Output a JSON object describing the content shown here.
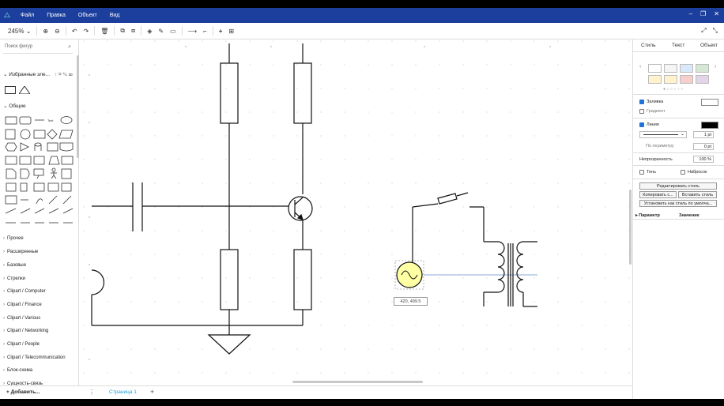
{
  "menubar": {
    "items": [
      "Файл",
      "Правка",
      "Объект",
      "Вид"
    ],
    "window_controls": [
      "–",
      "❐",
      "✕"
    ]
  },
  "toolbar": {
    "zoom": "245%",
    "zoom_chevron": "⌄"
  },
  "left_panel": {
    "search_placeholder": "Поиск фигур",
    "favorites_label": "Избранные эле...",
    "general_label": "Общие",
    "categories": [
      "Прочее",
      "Расширенные",
      "Базовые",
      "Стрелки",
      "Clipart / Computer",
      "Clipart / Finance",
      "Clipart / Various",
      "Clipart / Networking",
      "Clipart / People",
      "Clipart / Telecommunication",
      "Блок-схема",
      "Сущность-связь"
    ],
    "add_more": "+ Добавить..."
  },
  "pagebar": {
    "page_tab": "Страница 1",
    "menu_dots": "⋮",
    "add_page": "+"
  },
  "canvas": {
    "coordinate_readout": "420, 499.5"
  },
  "right_panel": {
    "tabs": [
      "Стиль",
      "Текст",
      "Объект"
    ],
    "swatches": [
      "#ffffff",
      "#f5f5f5",
      "#dae8fc",
      "#d5e8d4",
      "#fff2cc",
      "#fff2cc",
      "#f8cecc",
      "#e1d5e7"
    ],
    "fill_label": "Заливка",
    "fill_checked": true,
    "gradient_label": "Градиент",
    "gradient_checked": false,
    "line_label": "Линия",
    "line_checked": true,
    "line_width": "1 pt",
    "perimeter_label": "По периметру",
    "perimeter_value": "0 pt",
    "opacity_label": "Непрозрачность",
    "opacity_value": "100 %",
    "shadow_label": "Тень",
    "shadow_checked": false,
    "sketch_label": "Набросок",
    "sketch_checked": false,
    "edit_style_button": "Редактировать стиль",
    "copy_style_button": "Копировать с...",
    "paste_style_button": "Вставить стиль",
    "set_default_button": "Установить как стиль по умолча...",
    "param_header": "Параметр",
    "value_header": "Значение"
  },
  "colors": {
    "menubar": "#1c3e9c",
    "accent": "#1ea0d8",
    "highlight": "#ffff66"
  }
}
